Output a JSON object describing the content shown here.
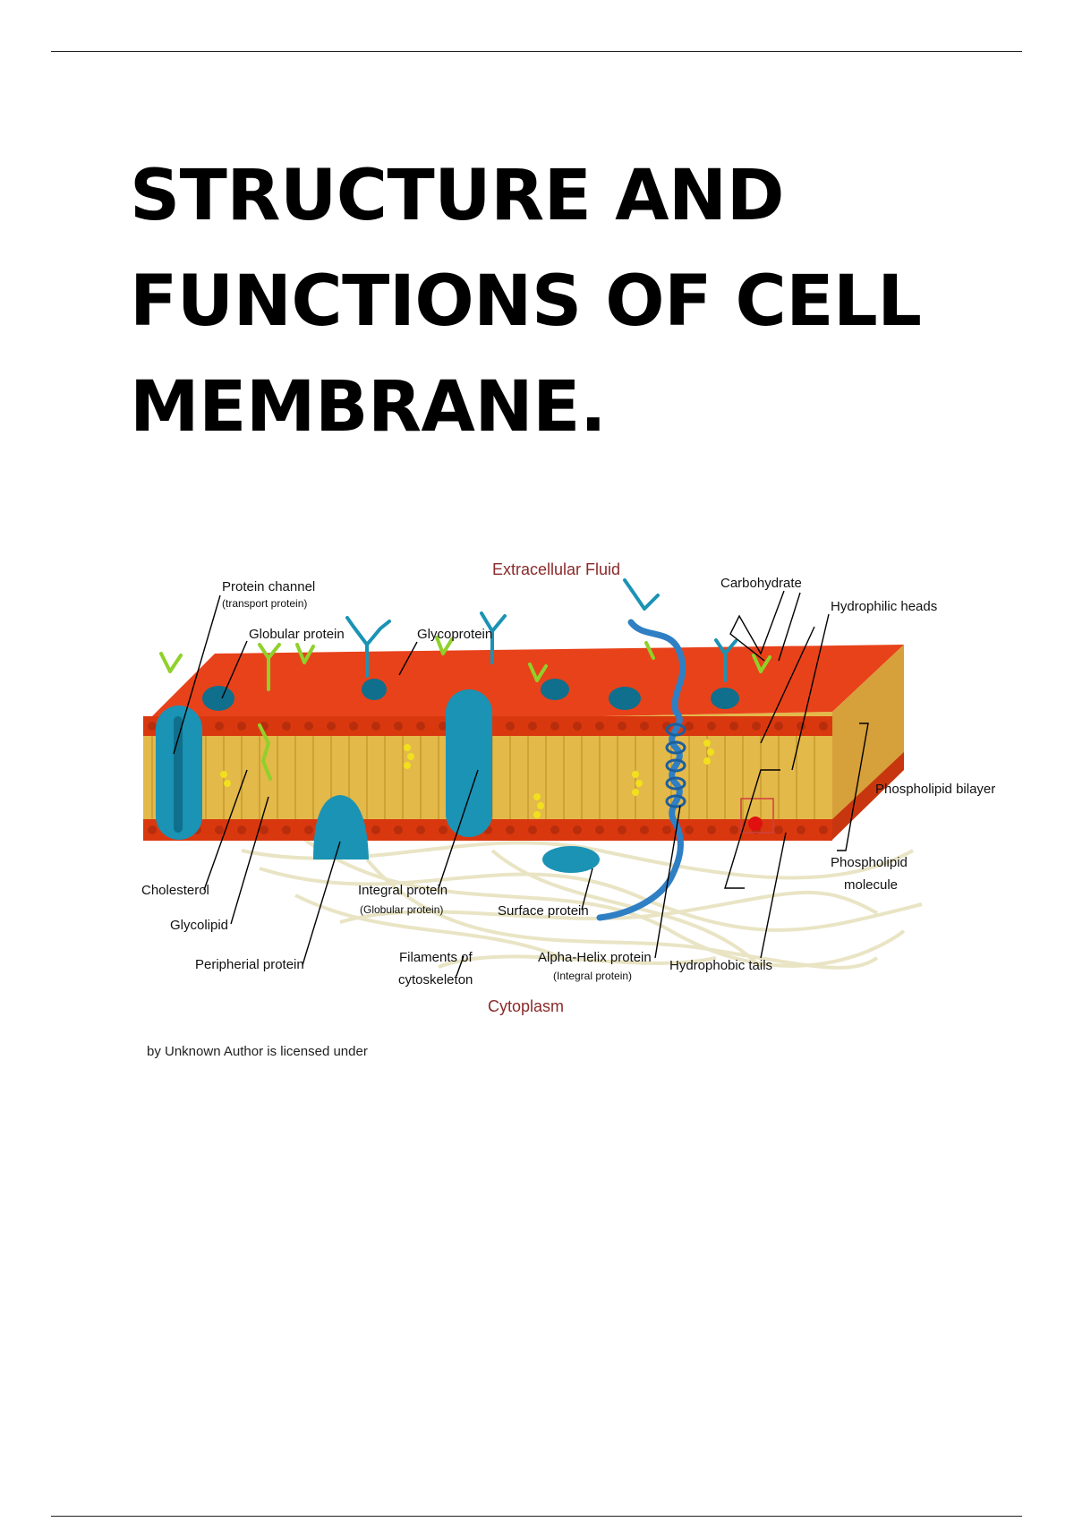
{
  "document": {
    "title_lines": [
      "STRUCTURE AND",
      "FUNCTIONS OF CELL",
      "MEMBRANE."
    ],
    "image_credit": "by Unknown Author is licensed under"
  },
  "diagram": {
    "region_top": "Extracellular Fluid",
    "region_bottom": "Cytoplasm",
    "labels": {
      "protein_channel": "Protein channel",
      "protein_channel_sub": "(transport protein)",
      "globular_protein": "Globular protein",
      "glycoprotein": "Glycoprotein",
      "carbohydrate": "Carbohydrate",
      "hydrophilic_heads": "Hydrophilic heads",
      "phospholipid_bilayer": "Phospholipid bilayer",
      "phospholipid_molecule_1": "Phospholipid",
      "phospholipid_molecule_2": "molecule",
      "cholesterol": "Cholesterol",
      "glycolipid": "Glycolipid",
      "peripheral_protein": "Peripherial protein",
      "integral_protein": "Integral protein",
      "integral_protein_sub": "(Globular protein)",
      "surface_protein": "Surface protein",
      "filaments_1": "Filaments of",
      "filaments_2": "cytoskeleton",
      "alpha_helix": "Alpha-Helix protein",
      "alpha_helix_sub": "(Integral protein)",
      "hydrophobic_tails": "Hydrophobic tails"
    },
    "colors": {
      "head": "#e8421a",
      "head_shade": "#b82d0c",
      "tail": "#e3b94a",
      "protein": "#1a93b5",
      "protein_dark": "#0f6f8c",
      "helix": "#2f7fc4",
      "glyco": "#8fd12a",
      "cholesterol": "#f2e01e",
      "filament": "#e9e4c4",
      "region_text": "#8b2a2a"
    }
  }
}
